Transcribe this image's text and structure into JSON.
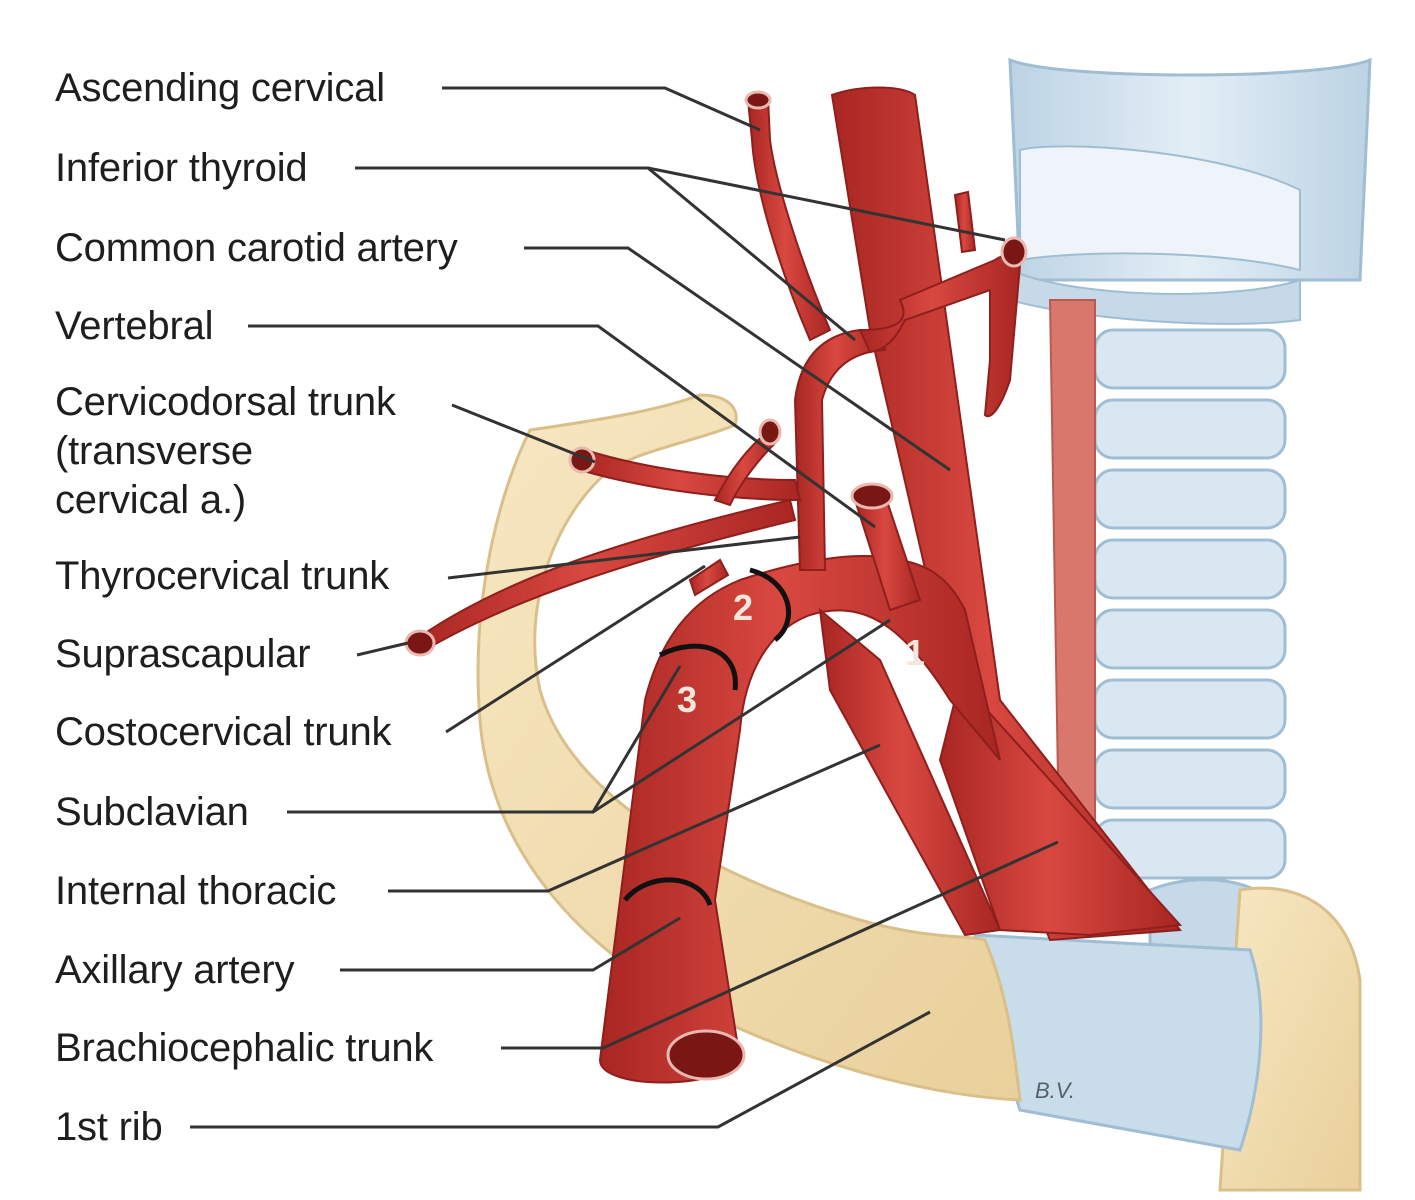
{
  "labels": [
    {
      "id": "ascending_cervical",
      "text": "Ascending cervical"
    },
    {
      "id": "inferior_thyroid",
      "text": "Inferior thyroid"
    },
    {
      "id": "common_carotid",
      "text": "Common carotid artery"
    },
    {
      "id": "vertebral",
      "text": "Vertebral"
    },
    {
      "id": "cervicodorsal_1",
      "text": "Cervicodorsal trunk"
    },
    {
      "id": "cervicodorsal_2",
      "text": "(transverse"
    },
    {
      "id": "cervicodorsal_3",
      "text": "cervical a.)"
    },
    {
      "id": "thyrocervical",
      "text": "Thyrocervical trunk"
    },
    {
      "id": "suprascapular",
      "text": "Suprascapular"
    },
    {
      "id": "costocervical",
      "text": "Costocervical trunk"
    },
    {
      "id": "subclavian",
      "text": "Subclavian"
    },
    {
      "id": "internal_thoracic",
      "text": "Internal thoracic"
    },
    {
      "id": "axillary",
      "text": "Axillary artery"
    },
    {
      "id": "brachiocephalic",
      "text": "Brachiocephalic trunk"
    },
    {
      "id": "first_rib",
      "text": "1st rib"
    }
  ],
  "segment_numbers": [
    "1",
    "2",
    "3"
  ],
  "signature": "B.V.",
  "colors": {
    "artery": "#c8322f",
    "artery_dark": "#9e2220",
    "artery_light": "#de5a50",
    "bone": "#f3e0b6",
    "bone_edge": "#d9c08a",
    "cartilage": "#cfe1ee",
    "cartilage_edge": "#9fbdd3",
    "muscle": "#d9776c",
    "leader": "#333333",
    "text": "#1e1e1e"
  }
}
